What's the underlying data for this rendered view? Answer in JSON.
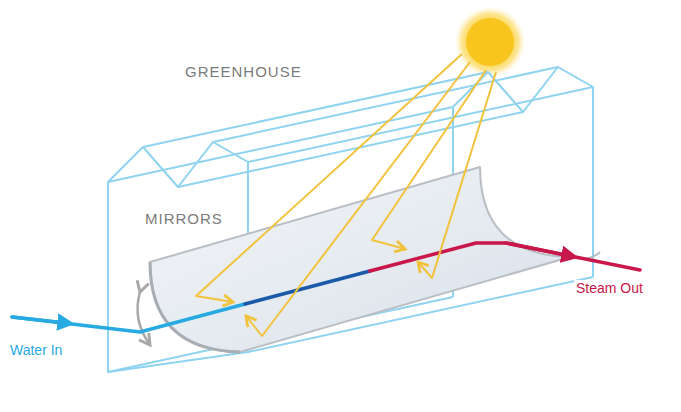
{
  "diagram": {
    "labels": [
      "GREENHOUSE",
      "MIRRORS",
      "Water In",
      "Steam Out"
    ]
  }
}
